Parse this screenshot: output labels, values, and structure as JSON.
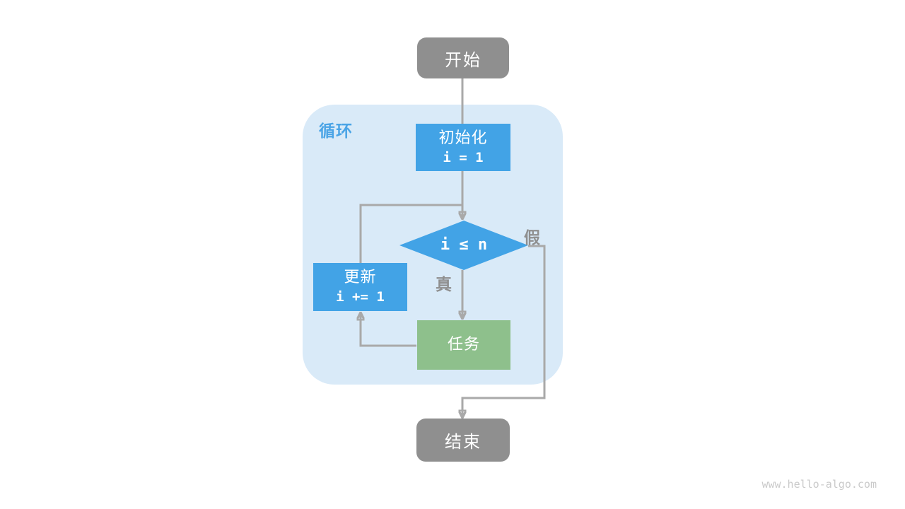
{
  "page": {
    "watermark": "www.hello-algo.com",
    "background_color": "#ffffff"
  },
  "diagram": {
    "loop_label": "循环",
    "nodes": {
      "start": {
        "label": "开始",
        "shape": "terminal"
      },
      "init": {
        "label": "初始化",
        "code": "i = 1",
        "shape": "process"
      },
      "condition": {
        "code": "i ≤ n",
        "shape": "decision"
      },
      "update": {
        "label": "更新",
        "code": "i += 1",
        "shape": "process"
      },
      "task": {
        "label": "任务",
        "shape": "process"
      },
      "end": {
        "label": "结束",
        "shape": "terminal"
      }
    },
    "edge_labels": {
      "true_label": "真",
      "false_label": "假"
    },
    "colors": {
      "terminal_fill": "#8f8f8f",
      "process_fill": "#42a3e6",
      "task_fill": "#8ec08c",
      "loop_container_fill": "#d9eaf8",
      "loop_label_text": "#4aa4e6",
      "connector_stroke": "#a9a9a9",
      "edge_label_text": "#8f8f8f",
      "node_text": "#ffffff",
      "watermark_text": "#cacaca"
    }
  }
}
